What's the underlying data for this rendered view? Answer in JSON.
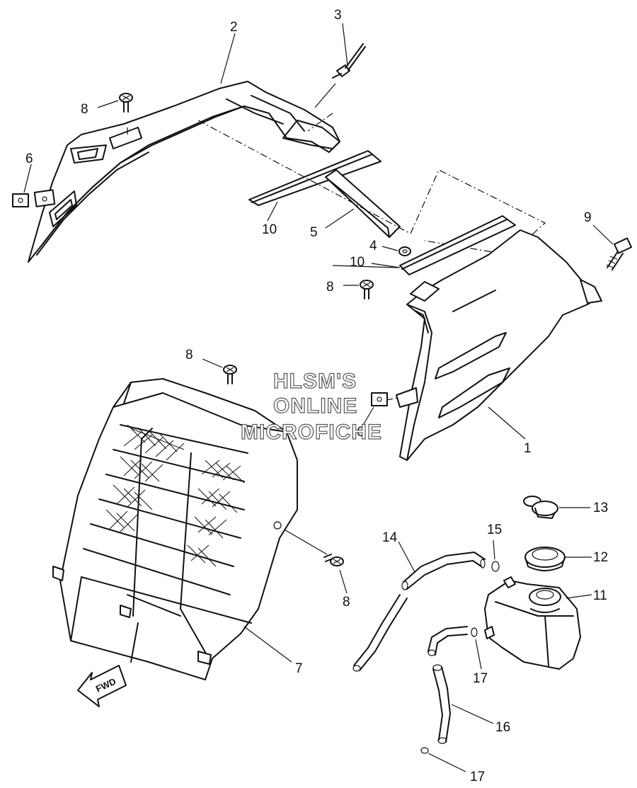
{
  "callouts": {
    "c1": "1",
    "c2": "2",
    "c3": "3",
    "c4": "4",
    "c5": "5",
    "c6a": "6",
    "c6b": "6",
    "c7": "7",
    "c8a": "8",
    "c8b": "8",
    "c8c": "8",
    "c8d": "8",
    "c9": "9",
    "c10a": "10",
    "c10b": "10",
    "c11": "11",
    "c12": "12",
    "c13": "13",
    "c14": "14",
    "c15": "15",
    "c16": "16",
    "c17a": "17",
    "c17b": "17"
  },
  "watermark": {
    "line1": "HLSM'S",
    "line2": "ONLINE",
    "line3": "MICROFICHE"
  },
  "fwd_arrow": "FWD"
}
